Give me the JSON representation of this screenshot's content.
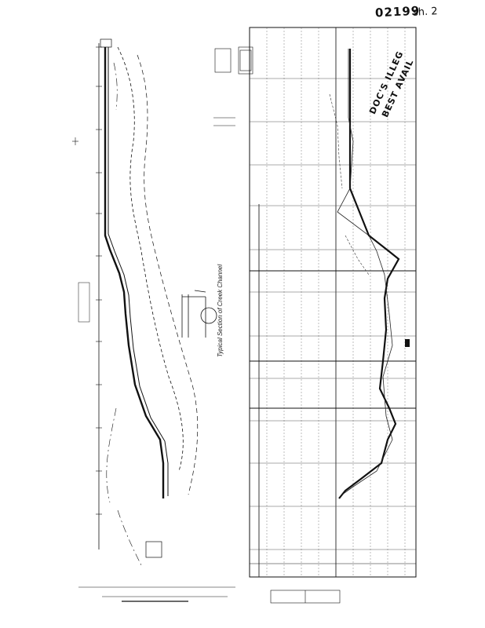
{
  "header": {
    "sheet_number": "02199",
    "sheet_suffix": "sh. 2"
  },
  "stamps": {
    "copy_line_1": "DOC'S ILLEG",
    "copy_line_2": "BEST AVAIL"
  },
  "plan_view": {
    "caption": "Typical Section of Creek Channel"
  },
  "colors": {
    "ink": "#111111",
    "paper": "#ffffff",
    "grid": "#444444"
  }
}
